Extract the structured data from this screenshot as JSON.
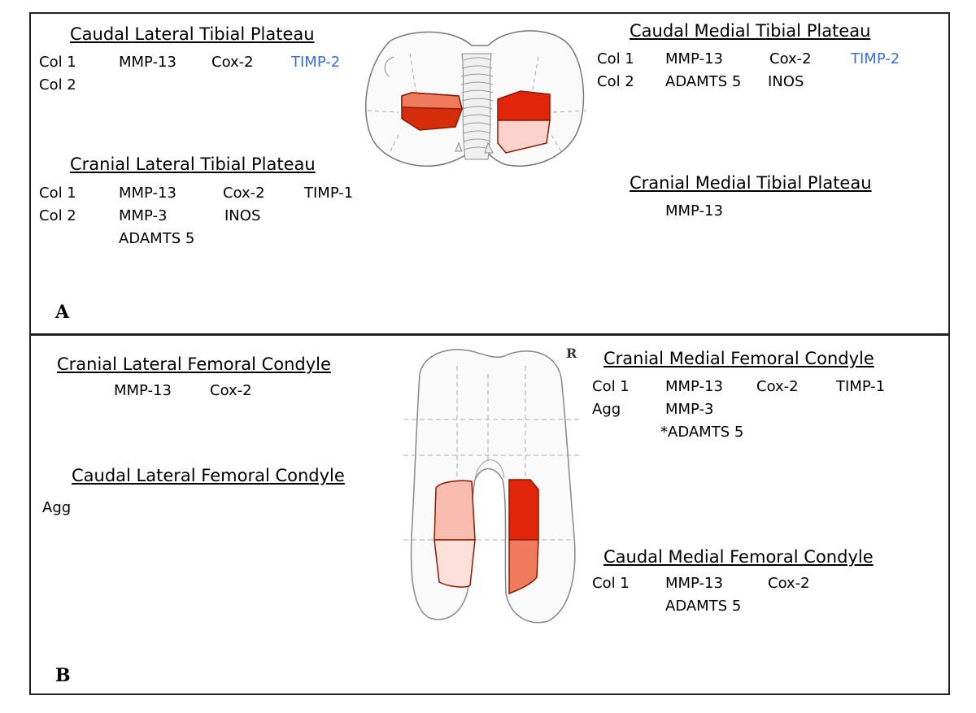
{
  "colors": {
    "timp2_highlight": "#3a6fd8",
    "dark_red": "#d62e0c",
    "mid_red": "#f07b5c",
    "light_red": "#f9bcb0",
    "pale_red": "#fde0da"
  },
  "panel_a": {
    "letter": "A",
    "caudal_lateral_tibial": {
      "heading": "Caudal Lateral Tibial Plateau",
      "rows": [
        [
          "Col 1",
          "MMP-13",
          "Cox-2",
          "TIMP-2"
        ],
        [
          "Col 2"
        ]
      ]
    },
    "cranial_lateral_tibial": {
      "heading": "Cranial Lateral Tibial Plateau",
      "rows": [
        [
          "Col 1",
          "MMP-13",
          "Cox-2",
          "TIMP-1"
        ],
        [
          "Col 2",
          "MMP-3",
          "INOS"
        ],
        [
          "ADAMTS 5"
        ]
      ]
    },
    "caudal_medial_tibial": {
      "heading": "Caudal Medial Tibial Plateau",
      "rows": [
        [
          "Col 1",
          "MMP-13",
          "Cox-2",
          "TIMP-2"
        ],
        [
          "Col 2",
          "ADAMTS 5",
          "INOS"
        ]
      ]
    },
    "cranial_medial_tibial": {
      "heading": "Cranial Medial Tibial Plateau",
      "rows": [
        [
          "MMP-13"
        ]
      ]
    }
  },
  "panel_b": {
    "letter": "B",
    "side_marker": "R",
    "cranial_lateral_femoral": {
      "heading": "Cranial Lateral Femoral Condyle",
      "rows": [
        [
          "MMP-13",
          "Cox-2"
        ]
      ]
    },
    "caudal_lateral_femoral": {
      "heading": "Caudal Lateral Femoral Condyle",
      "rows": [
        [
          "Agg"
        ]
      ]
    },
    "cranial_medial_femoral": {
      "heading": "Cranial Medial Femoral Condyle",
      "rows": [
        [
          "Col 1",
          "MMP-13",
          "Cox-2",
          "TIMP-1"
        ],
        [
          "Agg",
          "MMP-3"
        ],
        [
          "*ADAMTS 5"
        ]
      ]
    },
    "caudal_medial_femoral": {
      "heading": "Caudal Medial Femoral Condyle",
      "rows": [
        [
          "Col 1",
          "MMP-13",
          "Cox-2"
        ],
        [
          "ADAMTS 5"
        ]
      ]
    }
  }
}
